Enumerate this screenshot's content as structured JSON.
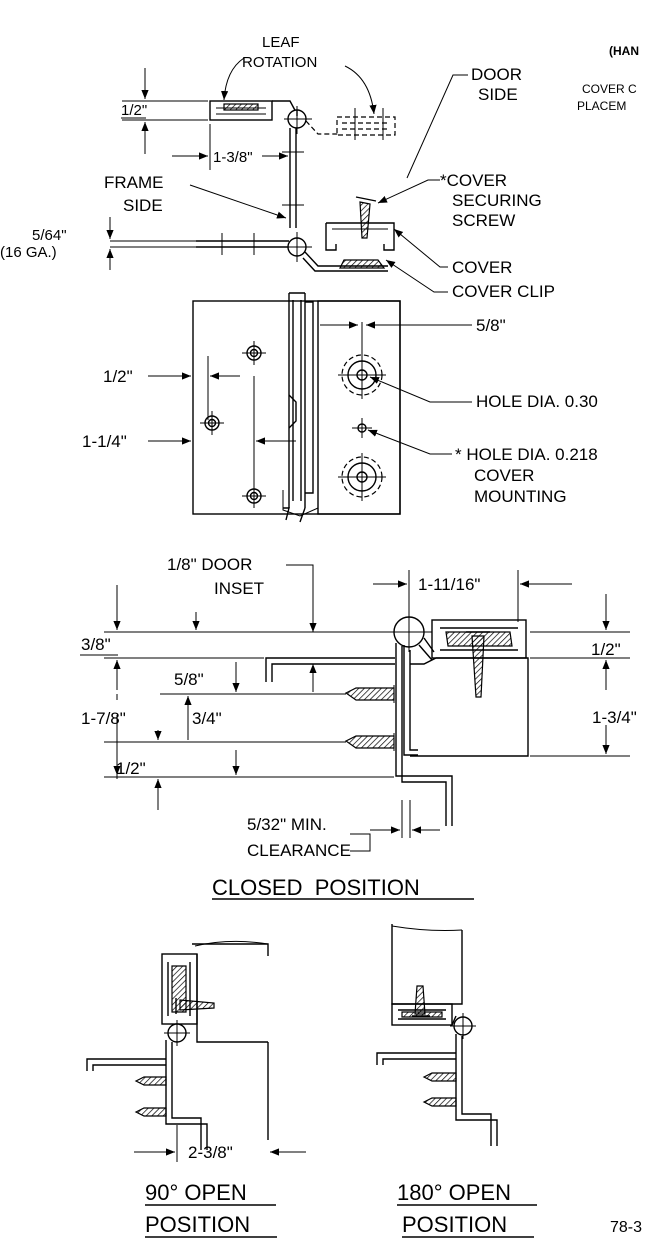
{
  "labels": {
    "leaf_rotation_1": "LEAF",
    "leaf_rotation_2": "ROTATION",
    "hand_partial": "(HAN",
    "cover_placement_1": "COVER C",
    "cover_placement_2": "PLACEM",
    "door_side_1": "DOOR",
    "door_side_2": "SIDE",
    "dim_half_top": "1/2\"",
    "dim_1_3_8": "1-3/8\"",
    "frame_side_1": "FRAME",
    "frame_side_2": "SIDE",
    "cover_screw_1": "*COVER",
    "cover_screw_2": "SECURING",
    "cover_screw_3": "SCREW",
    "gauge_1": "5/64\"",
    "gauge_2": "(16 GA.)",
    "cover": "COVER",
    "cover_clip": "COVER CLIP",
    "dim_5_8_top": "5/8\"",
    "dim_half_leaf": "1/2\"",
    "hole_dia_030": "HOLE DIA. 0.30",
    "dim_1_1_4": "1-1/4\"",
    "hole_dia_0218": "* HOLE DIA. 0.218",
    "cover_mounting_1": "COVER",
    "cover_mounting_2": "MOUNTING",
    "door_inset_1": "1/8\" DOOR",
    "door_inset_2": "INSET",
    "dim_1_11_16": "1-11/16\"",
    "dim_3_8": "3/8\"",
    "dim_half_right": "1/2\"",
    "dim_5_8_mid": "5/8\"",
    "dim_1_7_8": "1-7/8\"",
    "dim_3_4": "3/4\"",
    "dim_1_3_4": "1-3/4\"",
    "dim_half_bottom": "1/2\"",
    "clearance_1": "5/32\" MIN.",
    "clearance_2": "CLEARANCE",
    "closed_position": "CLOSED  POSITION",
    "dim_2_3_8": "2-3/8\"",
    "open90_1": "90° OPEN",
    "open90_2": "POSITION",
    "open180_1": "180° OPEN",
    "open180_2": "POSITION",
    "drawing_no": "78-3"
  }
}
